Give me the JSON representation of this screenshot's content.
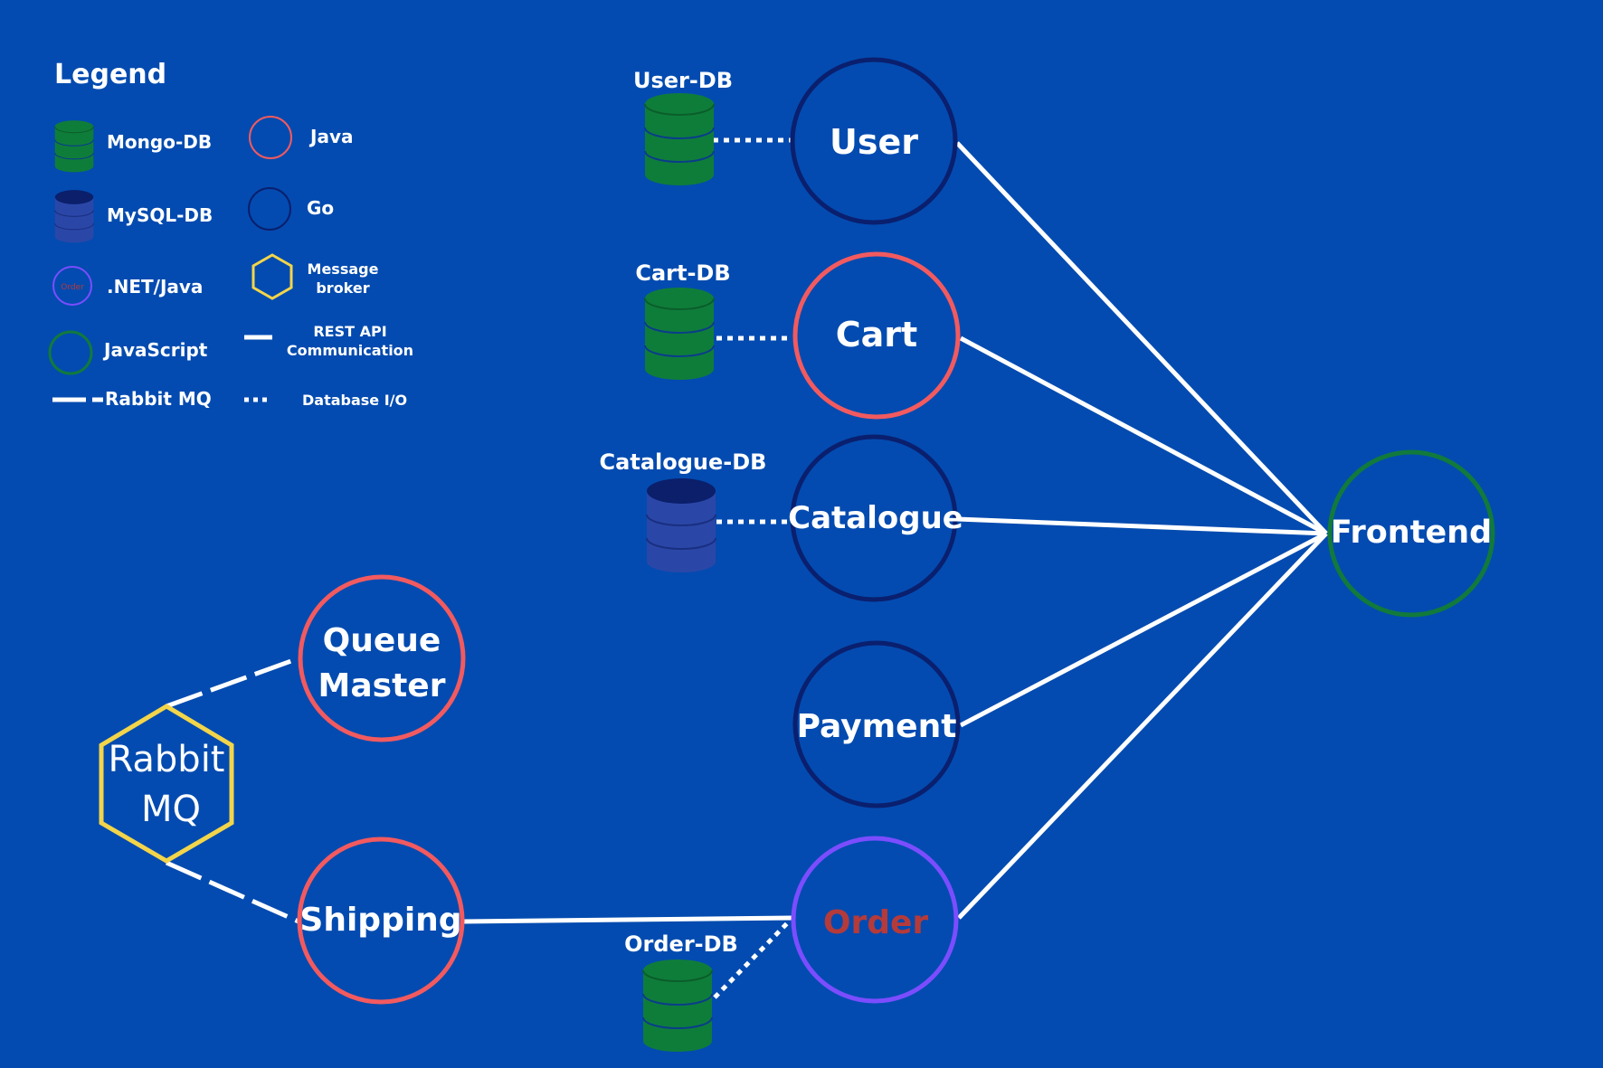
{
  "legend": {
    "title": "Legend",
    "mongo": "Mongo-DB",
    "mysql": "MySQL-DB",
    "dotnet_java": ".NET/Java",
    "dotnet_icon_text": "Order",
    "javascript": "JavaScript",
    "rabbit_mq": "Rabbit MQ",
    "java": "Java",
    "go": "Go",
    "message_broker_1": "Message",
    "message_broker_2": "broker",
    "rest_api_1": "REST API",
    "rest_api_2": "Communication",
    "database_io": "Database I/O"
  },
  "nodes": {
    "user": "User",
    "cart": "Cart",
    "catalogue": "Catalogue",
    "payment": "Payment",
    "order": "Order",
    "frontend": "Frontend",
    "queue_master_1": "Queue",
    "queue_master_2": "Master",
    "shipping": "Shipping",
    "rabbit_1": "Rabbit",
    "rabbit_2": "MQ"
  },
  "databases": {
    "user_db": "User-DB",
    "cart_db": "Cart-DB",
    "catalogue_db": "Catalogue-DB",
    "order_db": "Order-DB"
  },
  "colors": {
    "background": "#034bb0",
    "java": "#f25a5f",
    "go": "#0a1f6e",
    "dotnet": "#7b4dff",
    "javascript": "#117a3c",
    "broker": "#f3d54a",
    "mongo": "#0f7d3a",
    "mysql": "#2a47a8",
    "order_text": "#b53a3a"
  }
}
